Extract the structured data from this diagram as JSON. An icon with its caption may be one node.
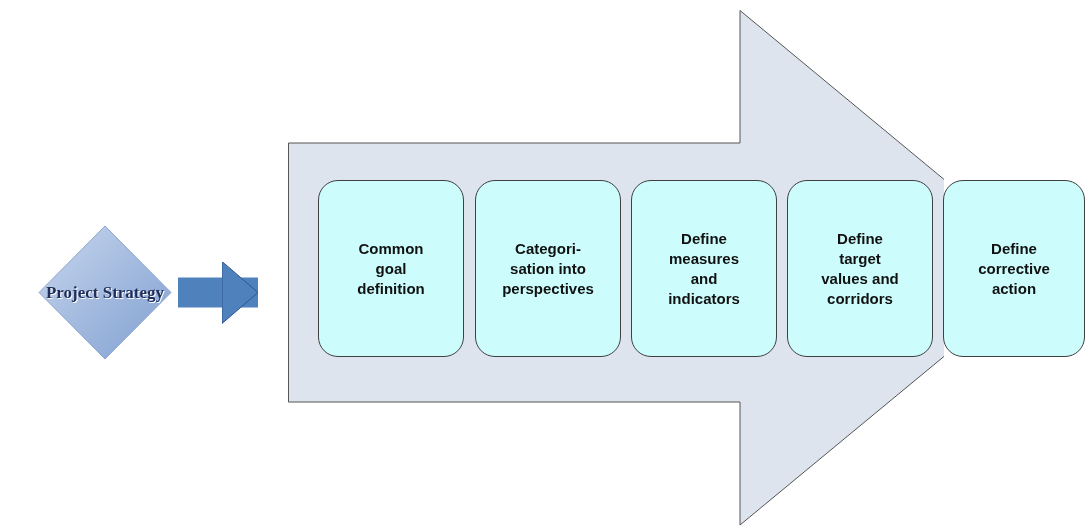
{
  "diagram": {
    "nodes": [
      {
        "text": [
          "Project Strategy"
        ]
      },
      {
        "text": [],
        "shape": "arrow"
      },
      {
        "text": [
          "Common goal definition"
        ],
        "in": 1
      },
      {
        "text": [
          "Categori- sation into perspectives"
        ],
        "in": 1
      },
      {
        "text": [
          "Define measures and indicators"
        ],
        "in": 1
      },
      {
        "text": [
          "Define target values and corridors"
        ],
        "in": 1
      },
      {
        "text": [
          "Define corrective action"
        ]
      }
    ],
    "edges": [
      {
        "from": 0,
        "to": 1,
        "arrow": "to"
      }
    ]
  }
}
